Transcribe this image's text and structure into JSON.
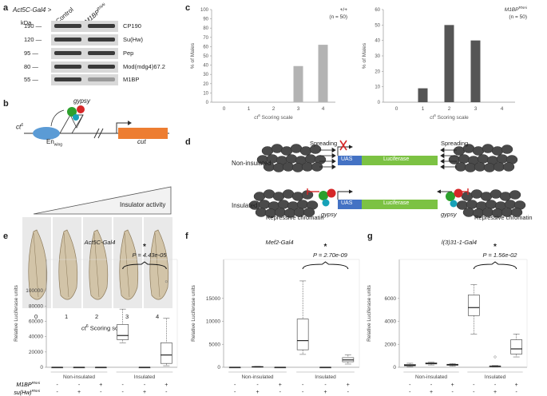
{
  "panel_a": {
    "label": "a",
    "driver": "Act5C-Gal4 >",
    "kda": "kDa",
    "lanes": [
      "Control",
      "M1BP"
    ],
    "lane_sup": "RNAi",
    "markers": [
      "190",
      "120",
      "95",
      "80",
      "55"
    ],
    "proteins": [
      "CP190",
      "Su(Hw)",
      "Pep",
      "Mod(mdg4)67.2",
      "M1BP"
    ]
  },
  "panel_b": {
    "label": "b",
    "gypsy": "gypsy",
    "ct": "ct",
    "ct_sup": "6",
    "en": "En",
    "en_sub": "wing",
    "cut": "cut",
    "insulator_activity": "Insulator activity",
    "wing_scores": [
      "0",
      "1",
      "2",
      "3",
      "4"
    ],
    "scale_label": "Scoring scale"
  },
  "panel_c": {
    "label": "c"
  },
  "panel_d": {
    "label": "d",
    "spreading": "Spreading",
    "non_insulated": "Non-insulated",
    "insulated": "Insulated",
    "uas": "UAS",
    "luciferase": "Luciferase",
    "repressive": "Repressive chromatin",
    "gypsy": "gypsy"
  },
  "genotype": {
    "row1": "M1BP",
    "row1_sup": "RNAi",
    "row2": "su(Hw)",
    "row2_sup": "RNAi",
    "row1_signs": [
      "-",
      "-",
      "+",
      "-",
      "-",
      "+"
    ],
    "row2_signs": [
      "-",
      "+",
      "-",
      "-",
      "+",
      "-"
    ]
  },
  "chart_data": [
    {
      "panel": "c-left",
      "type": "bar",
      "legend": "+/+",
      "n": "(n = 50)",
      "categories": [
        "0",
        "1",
        "2",
        "3",
        "4"
      ],
      "values": [
        0,
        0,
        0,
        39,
        62
      ],
      "ylabel": "% of Males",
      "xlabel": "Scoring scale",
      "xlabel_prefix": "ct",
      "xlabel_sup": "6",
      "ylim": [
        0,
        100
      ],
      "yticks": [
        0,
        10,
        20,
        30,
        40,
        50,
        60,
        70,
        80,
        90,
        100
      ],
      "color": "#b3b3b3"
    },
    {
      "panel": "c-right",
      "type": "bar",
      "legend": "M1BP",
      "legend_sup": "RNAi",
      "n": "(n = 50)",
      "categories": [
        "0",
        "1",
        "2",
        "3",
        "4"
      ],
      "values": [
        0,
        9,
        50,
        40,
        0
      ],
      "ylabel": "% of Males",
      "xlabel": "Scoring scale",
      "xlabel_prefix": "ct",
      "xlabel_sup": "6",
      "ylim": [
        0,
        60
      ],
      "yticks": [
        0,
        10,
        20,
        30,
        40,
        50,
        60
      ],
      "color": "#555555"
    },
    {
      "panel": "e",
      "type": "box",
      "title": "Act5C-Gal4",
      "pvalue": "P = 4.43e-05",
      "star": "*",
      "ylabel": "Relative Luciferase units",
      "ylim": [
        0,
        120000
      ],
      "yticks": [
        0,
        20000,
        40000,
        60000,
        80000,
        100000
      ],
      "group_labels": [
        "Non-insulated",
        "Insulated"
      ],
      "boxes": [
        {
          "min": 0,
          "q1": 0,
          "median": 0,
          "q3": 0,
          "max": 0,
          "outliers": []
        },
        {
          "min": 0,
          "q1": 0,
          "median": 0,
          "q3": 0,
          "max": 0,
          "outliers": []
        },
        {
          "min": 0,
          "q1": 0,
          "median": 0,
          "q3": 0,
          "max": 0,
          "outliers": []
        },
        {
          "min": 32000,
          "q1": 36000,
          "median": 41500,
          "q3": 56000,
          "max": 76000,
          "outliers": []
        },
        {
          "min": 0,
          "q1": 0,
          "median": 0,
          "q3": 0,
          "max": 0,
          "outliers": []
        },
        {
          "min": 2000,
          "q1": 5000,
          "median": 16000,
          "q3": 32000,
          "max": 64000,
          "outliers": [
            112000
          ]
        }
      ]
    },
    {
      "panel": "f",
      "type": "box",
      "title": "Mef2-Gal4",
      "pvalue": "P = 2.70e-09",
      "star": "*",
      "ylabel": "Relative Luciferase units",
      "ylim": [
        0,
        20000
      ],
      "yticks": [
        0,
        5000,
        10000,
        15000
      ],
      "group_labels": [
        "Non-insulated",
        "Insulated"
      ],
      "boxes": [
        {
          "min": 0,
          "q1": 0,
          "median": 0,
          "q3": 0,
          "max": 0,
          "outliers": []
        },
        {
          "min": 0,
          "q1": 50,
          "median": 100,
          "q3": 150,
          "max": 200,
          "outliers": []
        },
        {
          "min": 0,
          "q1": 0,
          "median": 0,
          "q3": 0,
          "max": 0,
          "outliers": []
        },
        {
          "min": 2800,
          "q1": 3800,
          "median": 5800,
          "q3": 10500,
          "max": 18800,
          "outliers": []
        },
        {
          "min": 0,
          "q1": 0,
          "median": 0,
          "q3": 0,
          "max": 0,
          "outliers": []
        },
        {
          "min": 700,
          "q1": 1200,
          "median": 1600,
          "q3": 2100,
          "max": 2700,
          "outliers": []
        }
      ]
    },
    {
      "panel": "g",
      "type": "box",
      "title": "l(3)31-1-Gal4",
      "pvalue": "P = 1.56e-02",
      "star": "*",
      "ylabel": "Relative Luciferase units",
      "ylim": [
        0,
        8000
      ],
      "yticks": [
        0,
        2000,
        4000,
        6000
      ],
      "group_labels": [
        "Non-insulated",
        "Insulated"
      ],
      "boxes": [
        {
          "min": 50,
          "q1": 120,
          "median": 180,
          "q3": 250,
          "max": 350,
          "outliers": []
        },
        {
          "min": 200,
          "q1": 290,
          "median": 330,
          "q3": 380,
          "max": 440,
          "outliers": []
        },
        {
          "min": 100,
          "q1": 170,
          "median": 220,
          "q3": 260,
          "max": 320,
          "outliers": []
        },
        {
          "min": 2900,
          "q1": 4500,
          "median": 5200,
          "q3": 6300,
          "max": 7200,
          "outliers": []
        },
        {
          "min": 30,
          "q1": 60,
          "median": 90,
          "q3": 110,
          "max": 150,
          "outliers": [
            900
          ]
        },
        {
          "min": 900,
          "q1": 1150,
          "median": 1600,
          "q3": 2400,
          "max": 2900,
          "outliers": []
        }
      ]
    }
  ]
}
